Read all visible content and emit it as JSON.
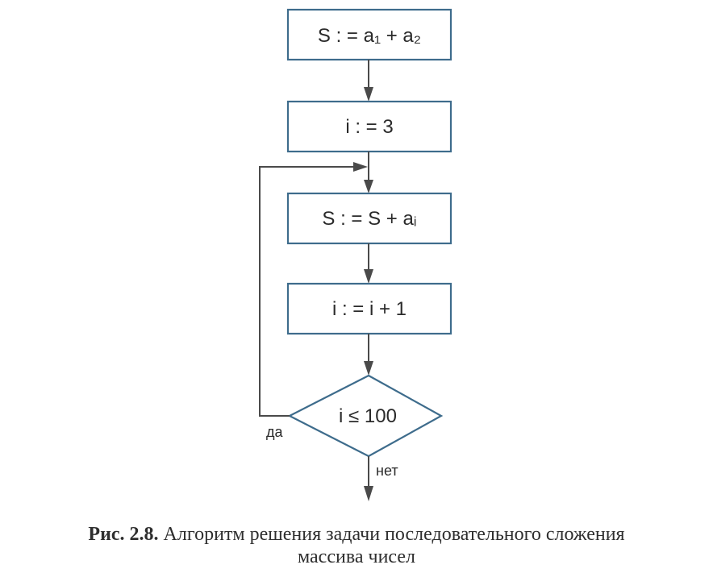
{
  "flowchart": {
    "blocks": [
      {
        "id": "b1",
        "text": "S : = a₁ + a₂"
      },
      {
        "id": "b2",
        "text": "i : = 3"
      },
      {
        "id": "b3",
        "text": "S : = S + aᵢ"
      },
      {
        "id": "b4",
        "text": "i : = i + 1"
      }
    ],
    "decision": {
      "text": "i ≤ 100",
      "yes_label": "да",
      "no_label": "нет"
    }
  },
  "caption": {
    "number": "Рис. 2.8.",
    "line1": "Алгоритм решения задачи последовательного сложения",
    "line2": "массива чисел"
  }
}
